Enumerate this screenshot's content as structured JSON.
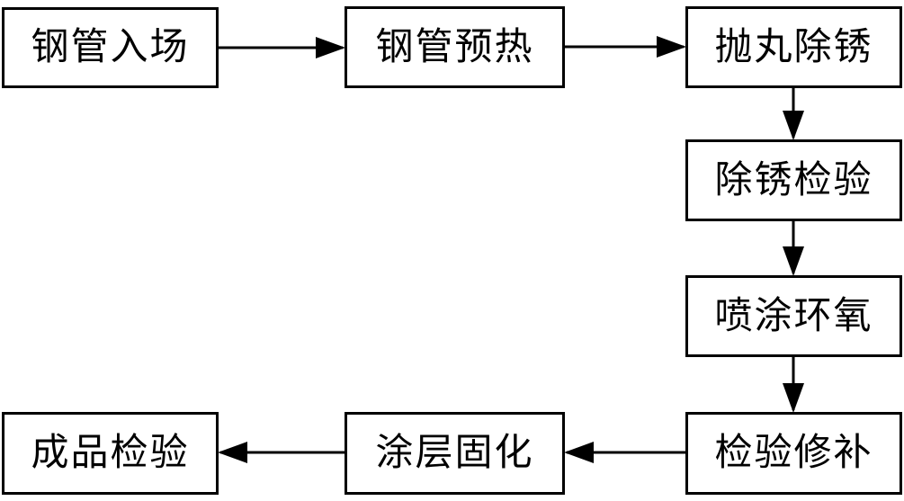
{
  "diagram": {
    "title": "",
    "type": "flowchart",
    "colors": {
      "background": "#ffffff",
      "box_fill": "#ffffff",
      "box_border": "#000000",
      "text": "#000000",
      "arrow": "#000000"
    },
    "boxes": [
      {
        "id": "steel-pipe-entry",
        "label": "钢管入场"
      },
      {
        "id": "steel-pipe-preheat",
        "label": "钢管预热"
      },
      {
        "id": "shot-blast-derust",
        "label": "抛丸除锈"
      },
      {
        "id": "derust-inspection",
        "label": "除锈检验"
      },
      {
        "id": "spray-epoxy",
        "label": "喷涂环氧"
      },
      {
        "id": "inspection-repair",
        "label": "检验修补"
      },
      {
        "id": "coating-curing",
        "label": "涂层固化"
      },
      {
        "id": "finished-inspection",
        "label": "成品检验"
      }
    ],
    "edges": [
      {
        "from": "钢管入场",
        "to": "钢管预热",
        "direction": "right"
      },
      {
        "from": "钢管预热",
        "to": "抛丸除锈",
        "direction": "right"
      },
      {
        "from": "抛丸除锈",
        "to": "除锈检验",
        "direction": "down"
      },
      {
        "from": "除锈检验",
        "to": "喷涂环氧",
        "direction": "down"
      },
      {
        "from": "喷涂环氧",
        "to": "检验修补",
        "direction": "down"
      },
      {
        "from": "检验修补",
        "to": "涂层固化",
        "direction": "left"
      },
      {
        "from": "涂层固化",
        "to": "成品检验",
        "direction": "left"
      }
    ]
  }
}
